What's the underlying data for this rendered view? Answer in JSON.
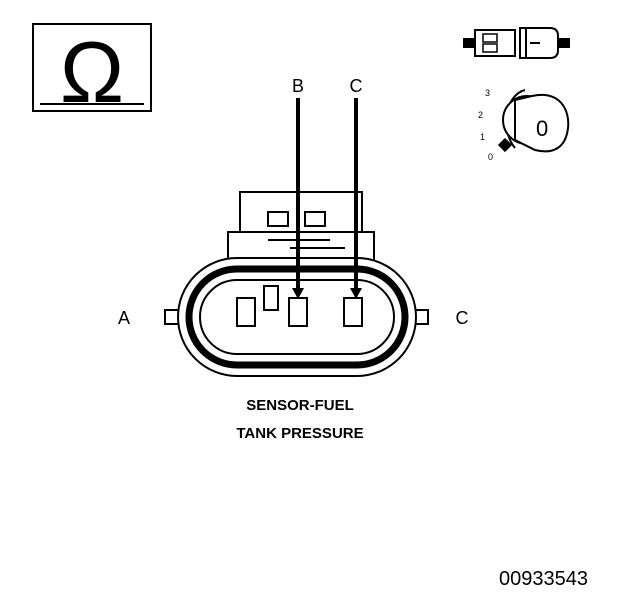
{
  "meter": {
    "symbol": "Ω"
  },
  "ignition": {
    "positions": [
      "3",
      "2",
      "1",
      "0"
    ],
    "key_label": "0"
  },
  "connector": {
    "terminals": {
      "a": "A",
      "b": "B",
      "c": "C"
    },
    "probe_b_label": "B",
    "probe_c_label": "C",
    "side_left_label": "A",
    "side_right_label": "C"
  },
  "caption": {
    "line1": "SENSOR-FUEL",
    "line2": "TANK PRESSURE"
  },
  "figure_number": "00933543"
}
